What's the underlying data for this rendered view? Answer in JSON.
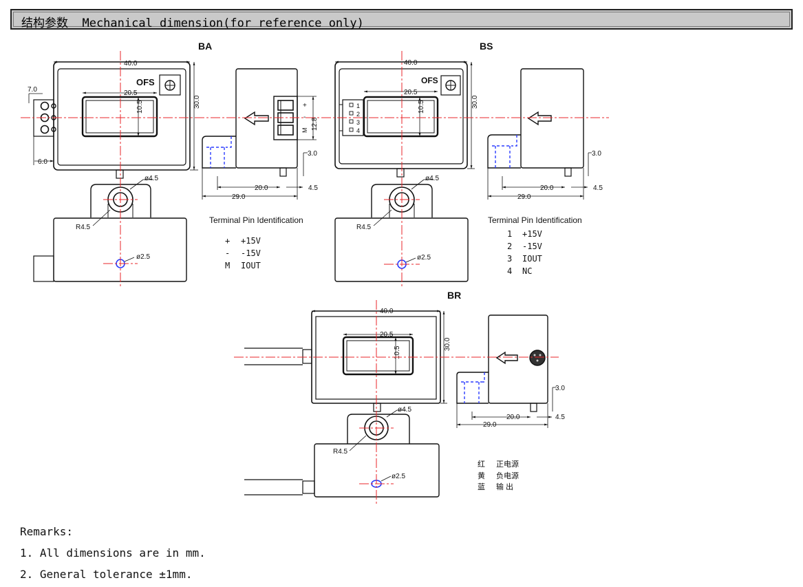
{
  "header": {
    "title": "结构参数  Mechanical dimension(for reference only)"
  },
  "views": {
    "ba": {
      "label": "BA",
      "ofs": "OFS",
      "dims": {
        "width": "40.0",
        "height": "30.0",
        "window_w": "20.5",
        "window_h": "10.5",
        "left_a": "7.0",
        "left_b": "6.0",
        "hole": "ø4.5",
        "radius": "R4.5",
        "hole_small": "ø2.5",
        "side_pitch": "12.8",
        "side_pin": "3.0",
        "side_span": "20.0",
        "side_offset": "4.5",
        "side_depth": "29.0"
      },
      "connector_marks": [
        "+",
        "-",
        "M"
      ],
      "pin_title": "Terminal Pin Identification",
      "pins": [
        {
          "id": "+",
          "name": "+15V"
        },
        {
          "id": "-",
          "name": "-15V"
        },
        {
          "id": "M",
          "name": "IOUT"
        }
      ]
    },
    "bs": {
      "label": "BS",
      "ofs": "OFS",
      "dims": {
        "width": "40.0",
        "height": "30.0",
        "window_w": "20.5",
        "window_h": "10.5",
        "hole": "ø4.5",
        "radius": "R4.5",
        "hole_small": "ø2.5",
        "side_pin": "3.0",
        "side_span": "20.0",
        "side_offset": "4.5",
        "side_depth": "29.0"
      },
      "connector_marks": [
        "1",
        "2",
        "3",
        "4"
      ],
      "pin_title": "Terminal Pin Identification",
      "pins": [
        {
          "id": "1",
          "name": "+15V"
        },
        {
          "id": "2",
          "name": "-15V"
        },
        {
          "id": "3",
          "name": "IOUT"
        },
        {
          "id": "4",
          "name": "NC"
        }
      ]
    },
    "br": {
      "label": "BR",
      "dims": {
        "width": "40.0",
        "height": "30.0",
        "window_w": "20.5",
        "window_h": "10.5",
        "hole": "ø4.5",
        "radius": "R4.5",
        "hole_small": "ø2.5",
        "side_pin": "3.0",
        "side_span": "20.0",
        "side_offset": "4.5",
        "side_depth": "29.0"
      },
      "wires": [
        {
          "color": "红",
          "func": "正电源"
        },
        {
          "color": "黄",
          "func": "负电源"
        },
        {
          "color": "蓝",
          "func": "输  出"
        }
      ]
    }
  },
  "remarks": {
    "title": "Remarks:",
    "items": [
      "1. All dimensions are in mm.",
      "2. General tolerance ±1mm."
    ]
  },
  "colors": {
    "center_line": "#e8262a",
    "hidden_line": "#2a3cff",
    "outline": "#111111"
  }
}
